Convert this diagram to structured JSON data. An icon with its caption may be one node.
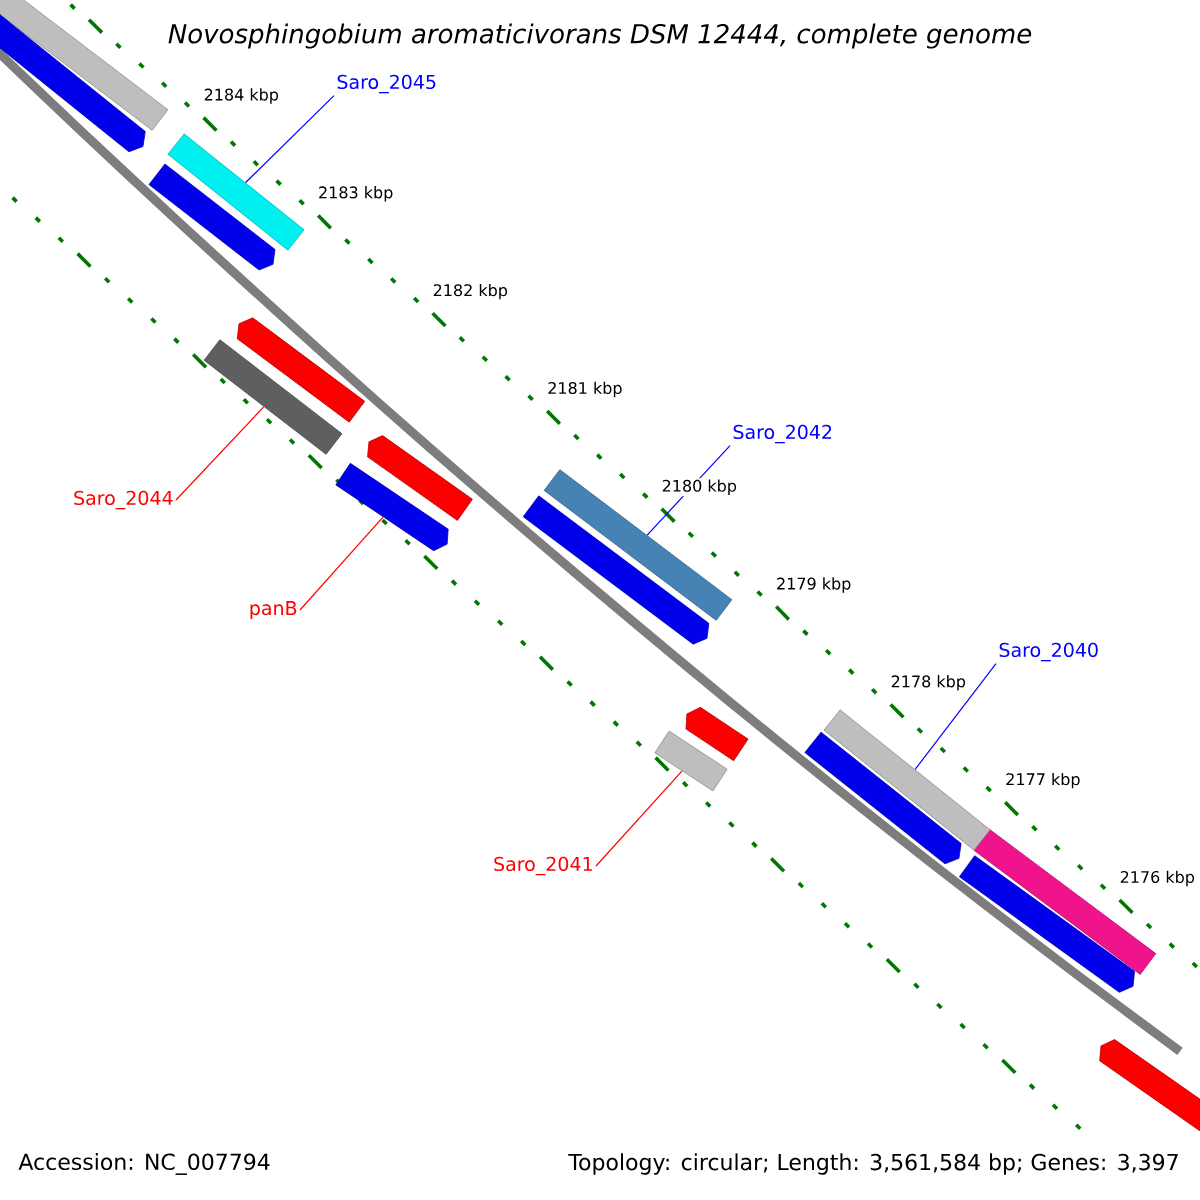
{
  "diagram": {
    "title": "Novosphingobium aromaticivorans DSM 12444, complete genome",
    "nodes": [
      {
        "text": [
          "Saro_2045"
        ]
      },
      {
        "text": [],
        "shape": "bar"
      },
      {
        "text": [
          "Saro_2042"
        ]
      },
      {
        "text": [],
        "shape": "bar"
      },
      {
        "text": [
          "Saro_2044"
        ]
      },
      {
        "text": [],
        "shape": "bar"
      },
      {
        "text": [
          "panB"
        ]
      },
      {
        "text": [],
        "shape": "bar"
      },
      {
        "text": [
          "Saro_2040"
        ]
      },
      {
        "text": [],
        "shape": "bar"
      },
      {
        "text": [
          "Saro_2041"
        ]
      },
      {
        "text": [],
        "shape": "bar"
      }
    ],
    "edges": [
      {
        "from": 0,
        "to": 1,
        "arrow": "none",
        "color": "#0000ff"
      },
      {
        "from": 2,
        "to": 3,
        "arrow": "none",
        "color": "#0000ff"
      },
      {
        "from": 4,
        "to": 5,
        "arrow": "none",
        "color": "#ff0000"
      },
      {
        "from": 6,
        "to": 7,
        "arrow": "none",
        "color": "#ff0000"
      },
      {
        "from": 8,
        "to": 9,
        "arrow": "none",
        "color": "#0000ff"
      },
      {
        "from": 10,
        "to": 11,
        "arrow": "none",
        "color": "#ff0000"
      }
    ],
    "labels": [
      "2184 kbp",
      "2183 kbp",
      "2182 kbp",
      "2181 kbp",
      "2180 kbp",
      "2179 kbp",
      "2178 kbp",
      "2177 kbp",
      "2176 kbp",
      "Accession: NC_007794",
      "Topology: circular; Length: 3,561,584 bp; Genes: 3,397"
    ]
  }
}
